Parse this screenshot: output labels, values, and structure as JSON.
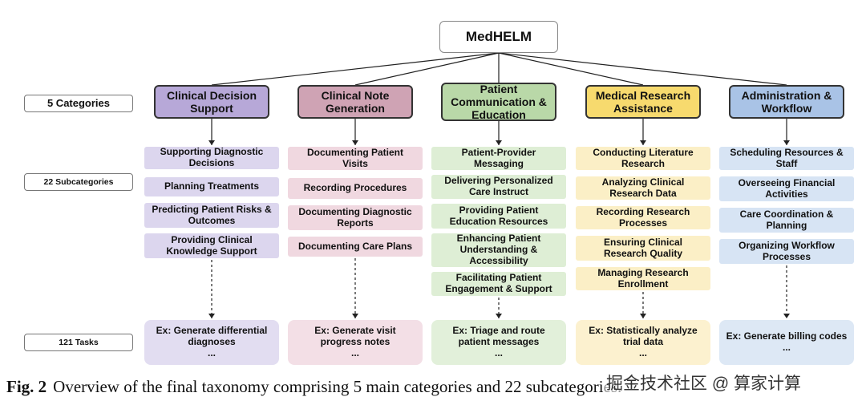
{
  "root": "MedHELM",
  "levels": {
    "categories": "5 Categories",
    "subcategories": "22 Subcategories",
    "tasks": "121 Tasks"
  },
  "columns": [
    {
      "title": "Clinical Decision\nSupport",
      "colors": {
        "header": "#b7a8d8",
        "sub": "#dcd6ee",
        "task": "#e2ddf1"
      },
      "subcategories": [
        "Supporting Diagnostic\nDecisions",
        "Planning Treatments",
        "Predicting Patient Risks &\nOutcomes",
        "Providing Clinical\nKnowledge Support"
      ],
      "task": "Ex: Generate differential\ndiagnoses\n..."
    },
    {
      "title": "Clinical Note\nGeneration",
      "colors": {
        "header": "#cfa3b4",
        "sub": "#f0d8e0",
        "task": "#f3dfe6"
      },
      "subcategories": [
        "Documenting Patient\nVisits",
        "Recording Procedures",
        "Documenting Diagnostic\nReports",
        "Documenting Care Plans"
      ],
      "task": "Ex: Generate visit\nprogress notes\n..."
    },
    {
      "title": "Patient\nCommunication &\nEducation",
      "colors": {
        "header": "#b9d8a8",
        "sub": "#deeed5",
        "task": "#e2f0da"
      },
      "subcategories": [
        "Patient-Provider\nMessaging",
        "Delivering Personalized\nCare Instruct",
        "Providing Patient\nEducation  Resources",
        "Enhancing Patient\nUnderstanding &\nAccessibility",
        "Facilitating Patient\nEngagement & Support"
      ],
      "task": "Ex: Triage and route\npatient messages\n..."
    },
    {
      "title": "Medical Research\nAssistance",
      "colors": {
        "header": "#f7da6e",
        "sub": "#fbefc6",
        "task": "#fcf1cf"
      },
      "subcategories": [
        "Conducting Literature\nResearch",
        "Analyzing Clinical\nResearch Data",
        "Recording Research\nProcesses",
        "Ensuring Clinical\nResearch Quality",
        "Managing Research\nEnrollment"
      ],
      "task": "Ex: Statistically analyze\ntrial data\n..."
    },
    {
      "title": "Administration &\nWorkflow",
      "colors": {
        "header": "#a9c3e6",
        "sub": "#d7e4f4",
        "task": "#dde8f5"
      },
      "subcategories": [
        "Scheduling Resources &\nStaff",
        "Overseeing Financial\nActivities",
        "Care Coordination &\nPlanning",
        "Organizing Workflow\nProcesses"
      ],
      "task": "Ex: Generate billing codes\n..."
    }
  ],
  "caption": {
    "label": "Fig. 2",
    "text": "Overview of the final taxonomy comprising 5 main categories and 22 subcategories."
  },
  "watermark": "掘金技术社区 @ 算家计算"
}
